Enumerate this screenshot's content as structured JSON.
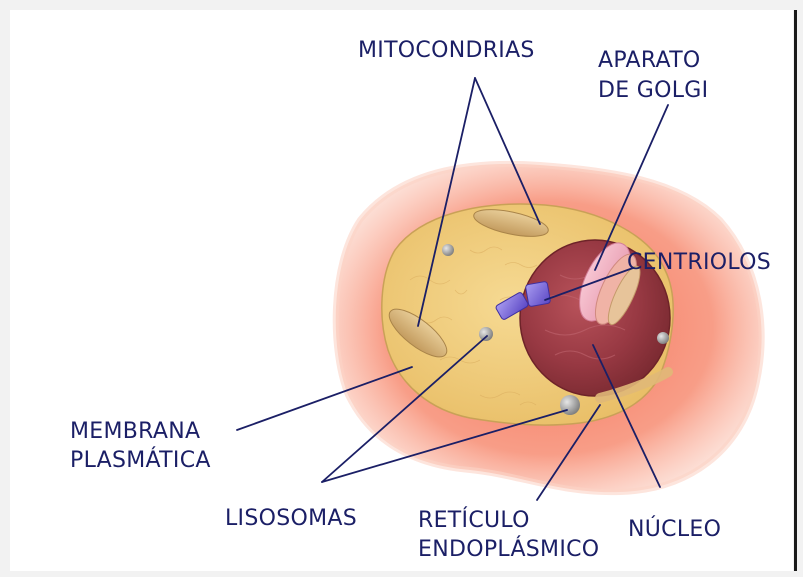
{
  "colors": {
    "label_text": "#1b1f66",
    "leader_line": "#1b1f66",
    "membrane": "#f58a6c",
    "cytoplasm": "#f0cf80",
    "nucleus": "#9a3a3a",
    "mitochondria": "#d9b47a",
    "lysosome": "#9a9a9a",
    "golgi": "#f3b7c6",
    "centriole": "#7a66d6"
  },
  "labels": {
    "mitocondrias": "MITOCONDRIAS",
    "aparato_line1": "APARATO",
    "aparato_line2": "DE GOLGI",
    "centriolos": "CENTRIOLOS",
    "membrana_line1": "MEMBRANA",
    "membrana_line2": "PLASMÁTICA",
    "lisosomas": "LISOSOMAS",
    "reticulo_line1": "RETÍCULO",
    "reticulo_line2": "ENDOPLÁSMICO",
    "nucleo": "NÚCLEO"
  },
  "icons": {
    "cell": "animal-cell-illustration"
  }
}
